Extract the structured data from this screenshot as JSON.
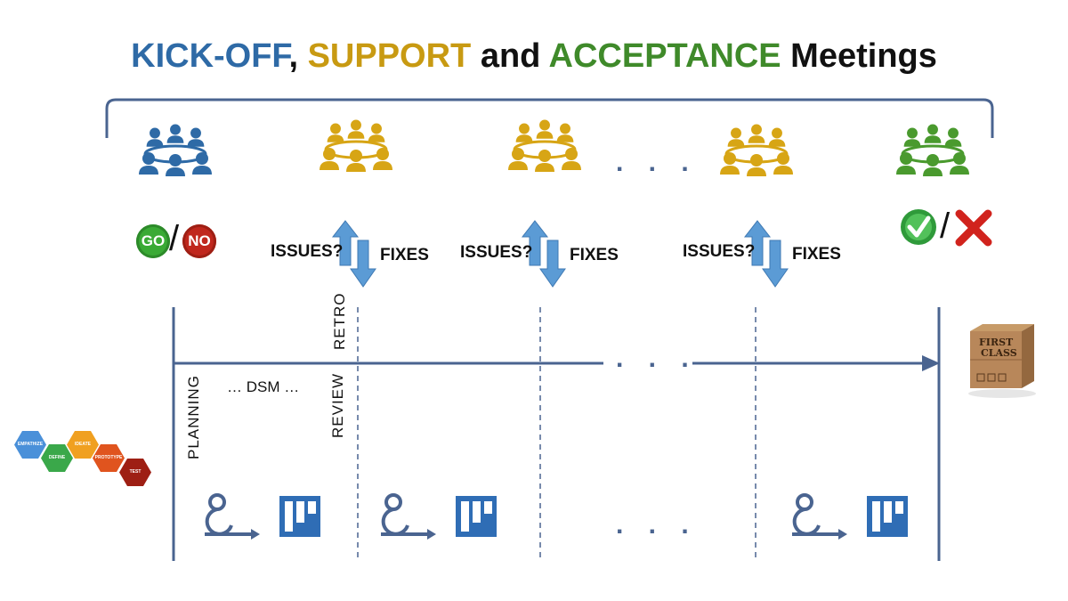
{
  "title": {
    "part1": "KICK-OFF",
    "sep1": ", ",
    "part2": "SUPPORT",
    "sep2": " and ",
    "part3": "ACCEPTANCE",
    "part4": " Meetings",
    "colors": {
      "kickoff": "#2e6aa6",
      "support": "#c89a12",
      "acceptance": "#3f8a2a",
      "rest": "#111111"
    }
  },
  "meetings": [
    {
      "type": "kickoff",
      "color": "#2e6aa6",
      "icon": "team-meeting-icon"
    },
    {
      "type": "support",
      "color": "#d7a515",
      "icon": "team-meeting-icon"
    },
    {
      "type": "support",
      "color": "#d7a515",
      "icon": "team-meeting-icon"
    },
    {
      "type": "support",
      "color": "#d7a515",
      "icon": "team-meeting-icon"
    },
    {
      "type": "acceptance",
      "color": "#4a9a2e",
      "icon": "team-meeting-icon"
    }
  ],
  "ellipsis": ". . .",
  "go_no": {
    "go": "GO",
    "no": "NO",
    "slash": "/"
  },
  "accept_reject": {
    "slash": "/",
    "accept_icon": "check-icon",
    "reject_icon": "cross-icon"
  },
  "feedback": {
    "issues": "ISSUES?",
    "fixes": "FIXES",
    "arrow_color": "#5b9bd5"
  },
  "timeline": {
    "planning": "PLANNING",
    "dsm": "… DSM …",
    "review": "REVIEW",
    "retro": "RETRO"
  },
  "design_thinking": {
    "steps": [
      "EMPATHIZE",
      "DEFINE",
      "IDEATE",
      "PROTOTYPE",
      "TEST"
    ],
    "colors": [
      "#4a90d9",
      "#3aa84a",
      "#f0a020",
      "#e0541e",
      "#9e1f14"
    ]
  },
  "product_box": {
    "line1": "FIRST",
    "line2": "CLASS"
  },
  "sprint_icons": [
    "scrum-cycle-icon",
    "kanban-board-icon"
  ]
}
